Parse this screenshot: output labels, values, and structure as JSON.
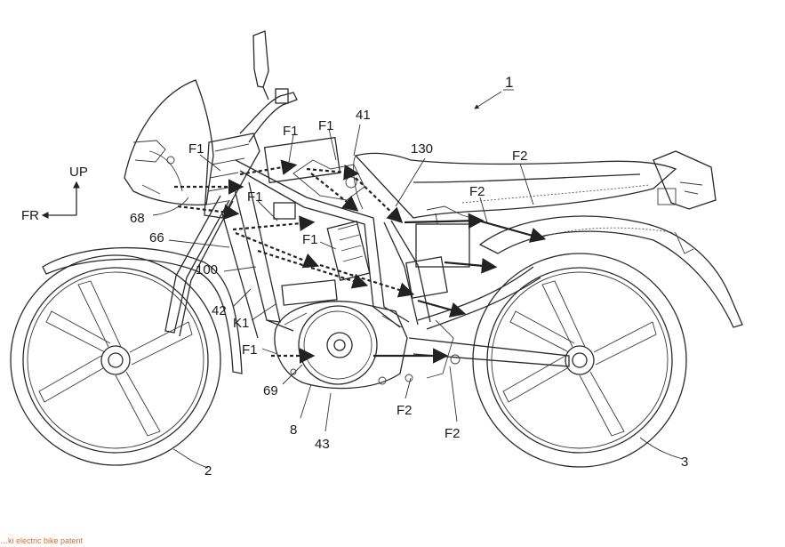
{
  "labels": {
    "l1": "1",
    "l2": "2",
    "l3": "3",
    "l8": "8",
    "l41": "41",
    "l42": "42",
    "l43": "43",
    "l66": "66",
    "l68": "68",
    "l69": "69",
    "l100": "100",
    "l130": "130",
    "k1": "K1",
    "f1a": "F1",
    "f1b": "F1",
    "f1c": "F1",
    "f1d": "F1",
    "f1e": "F1",
    "f1f": "F1",
    "f2a": "F2",
    "f2b": "F2",
    "f2c": "F2",
    "f2d": "F2",
    "up": "UP",
    "fr": "FR"
  },
  "caption": "…ki electric bike patent"
}
